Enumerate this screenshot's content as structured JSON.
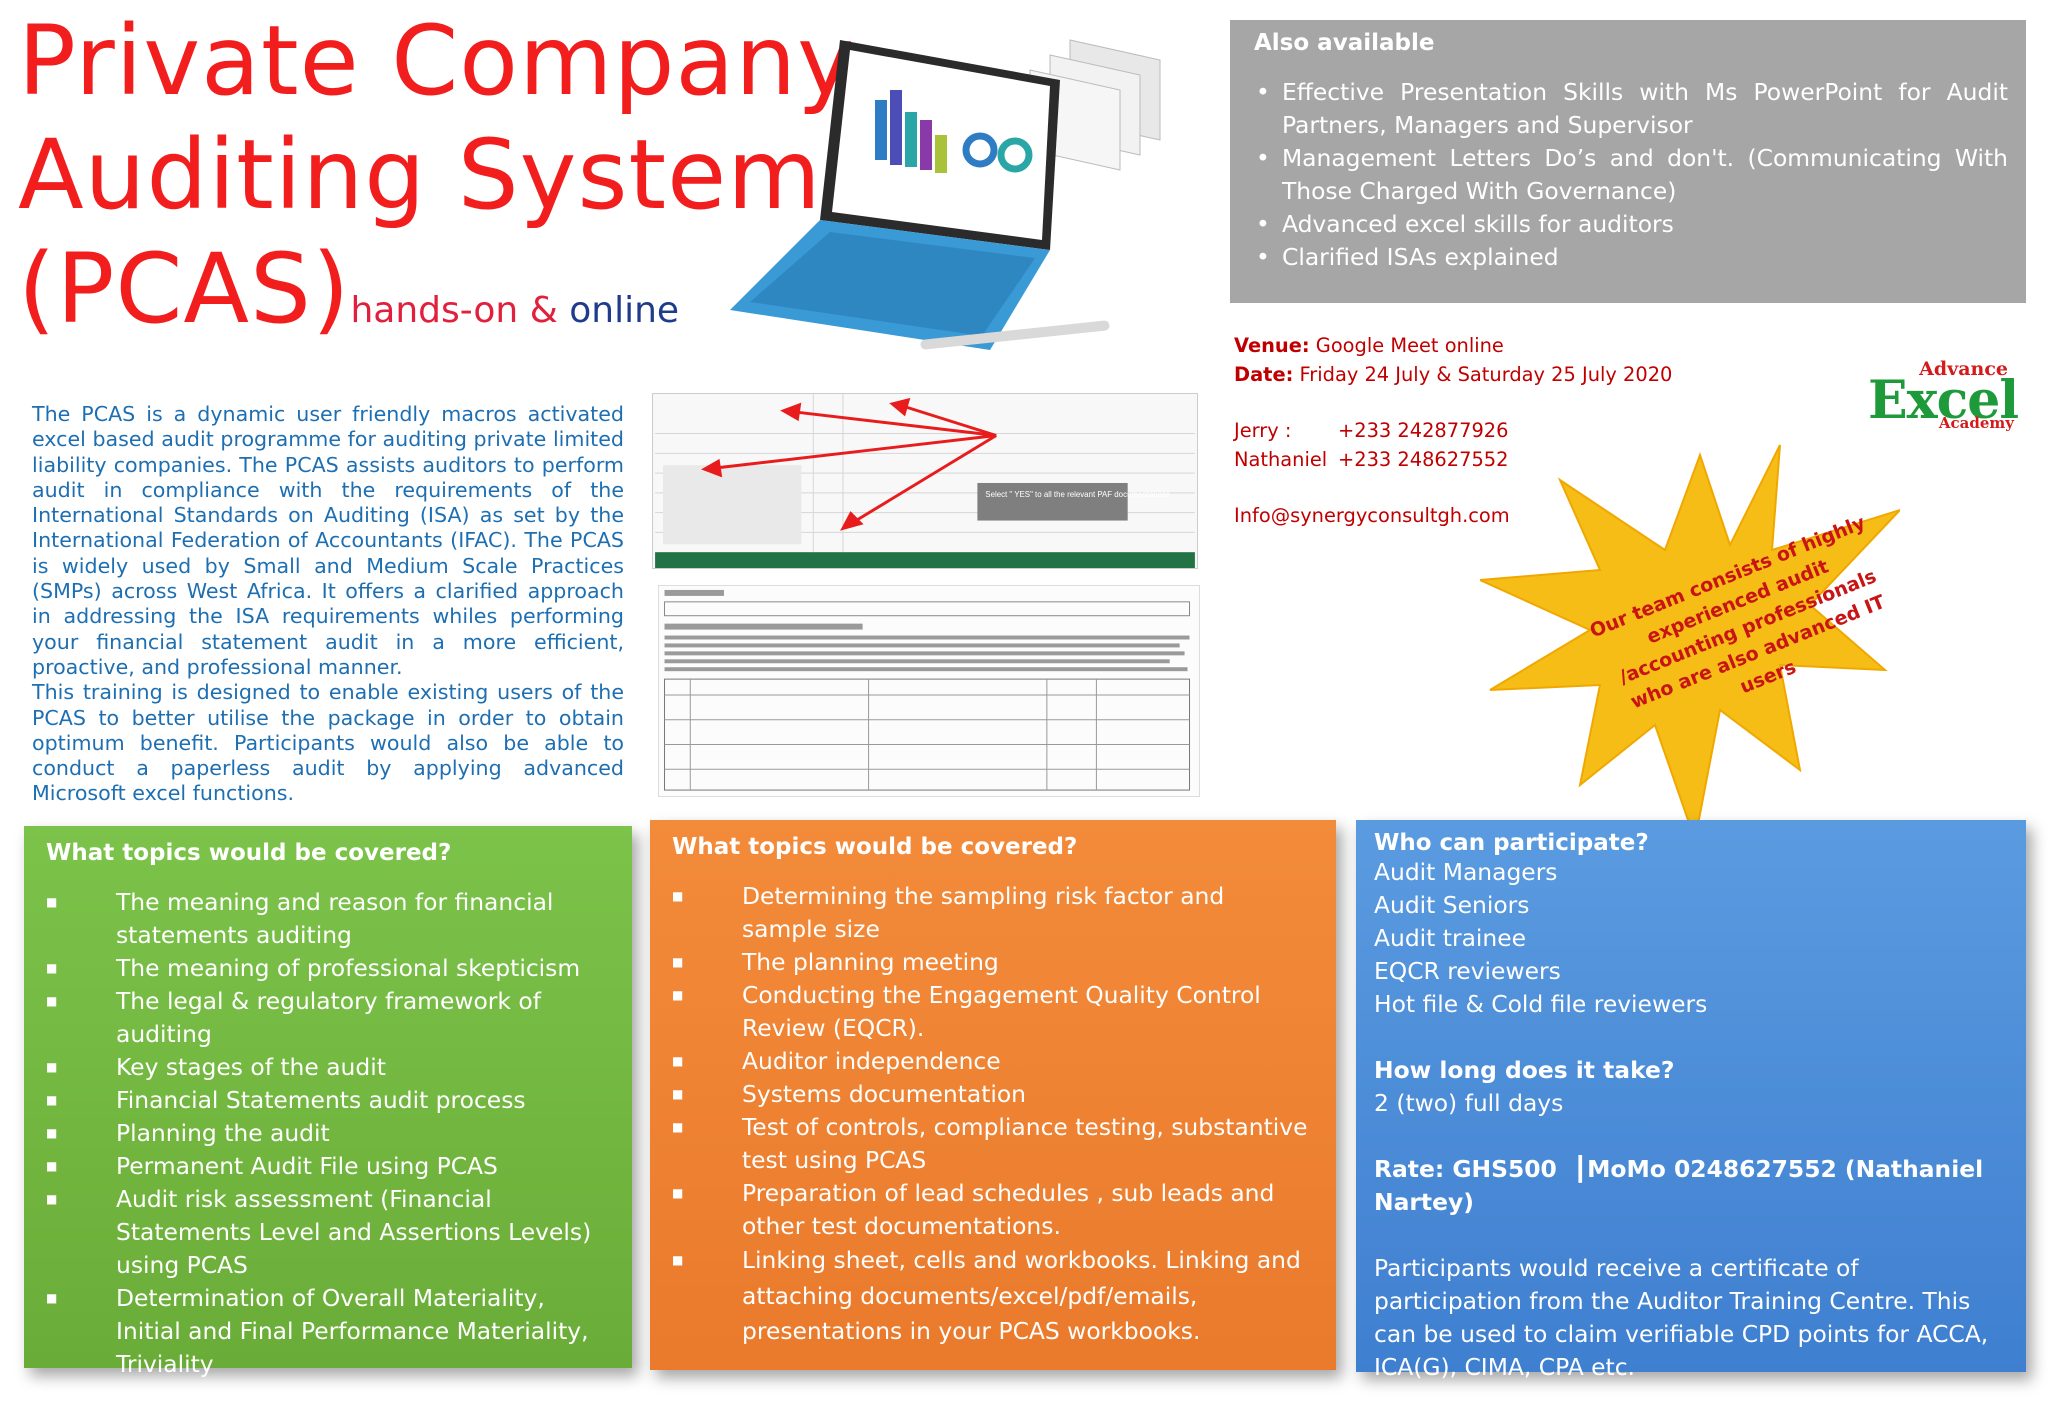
{
  "title": {
    "line1": "Private Company",
    "line2": "Auditing System",
    "line3": "(PCAS)",
    "suffix_hands": "hands-on",
    "suffix_amp": "&",
    "suffix_online": "online"
  },
  "intro": {
    "paragraph1": "The PCAS is a dynamic user friendly macros activated excel based audit programme for auditing private limited liability companies. The PCAS assists auditors to perform audit in compliance with the requirements of the International Standards on Auditing (ISA) as set by the International Federation of Accountants (IFAC). The PCAS is widely used by Small and Medium Scale Practices (SMPs) across West Africa. It offers a clarified approach in addressing the ISA requirements whiles performing your financial statement audit in a more efficient, proactive, and professional manner.",
    "paragraph2": "This training is designed to enable existing users of the PCAS to better utilise the package in order to obtain optimum benefit. Participants would also be able to conduct a paperless audit by applying advanced Microsoft excel functions."
  },
  "screenshot1": {
    "callout": "Select \" YES\" to all the relevant PAF documentations"
  },
  "also_available": {
    "heading": "Also available",
    "items": [
      "Effective Presentation Skills with Ms PowerPoint for Audit Partners, Managers and Supervisor",
      "Management Letters Do’s and don't. (Communicating With Those Charged With Governance)",
      "Advanced excel skills for auditors",
      "Clarified ISAs explained"
    ]
  },
  "details": {
    "venue_label": "Venue:",
    "venue": "Google Meet online",
    "date_label": "Date:",
    "date": "Friday 24 July & Saturday 25 July 2020",
    "contacts": [
      {
        "name": "Jerry :",
        "phone": "+233 242877926"
      },
      {
        "name": "Nathaniel",
        "phone": "+233 248627552"
      }
    ],
    "email": "Info@synergyconsultgh.com"
  },
  "logo": {
    "top": "Advance",
    "main": "Excel",
    "bottom": "Academy"
  },
  "burst": {
    "text": "Our team consists of highly experienced audit /accounting professionals who are also advanced IT users"
  },
  "panel_green": {
    "heading": "What topics would be covered?",
    "items": [
      "The meaning and reason for financial statements auditing",
      "The meaning of professional skepticism",
      "The legal & regulatory framework of auditing",
      "Key stages of the audit",
      "Financial Statements audit process",
      "Planning the audit",
      "Permanent Audit File using PCAS",
      "Audit risk assessment (Financial Statements Level and Assertions Levels) using PCAS",
      "Determination of Overall Materiality, Initial and Final Performance Materiality, Triviality"
    ]
  },
  "panel_orange": {
    "heading": "What topics would be covered?",
    "items": [
      "Determining the sampling risk factor and sample size",
      "The planning meeting",
      "Conducting the Engagement Quality Control Review (EQCR).",
      "Auditor independence",
      "Systems documentation",
      "Test of controls, compliance testing, substantive test using PCAS",
      "Preparation of lead schedules , sub leads and other test documentations.",
      "Linking sheet, cells and workbooks. Linking and attaching documents/excel/pdf/emails, presentations in your PCAS workbooks."
    ]
  },
  "panel_blue": {
    "heading": "Who can participate?",
    "participants": [
      "Audit Managers",
      "Audit Seniors",
      "Audit trainee",
      "EQCR reviewers",
      "Hot file & Cold file reviewers"
    ],
    "duration_heading": "How long does it take?",
    "duration": "2 (two) full days",
    "rate": "Rate: GHS500  ┃MoMo 0248627552 (Nathaniel Nartey)",
    "certificate": "Participants would receive a certificate of participation from the Auditor Training Centre. This can be used to claim verifiable CPD points for ACCA, ICA(G), CIMA, CPA etc."
  },
  "colors": {
    "title_red": "#f21e1e",
    "intro_blue": "#1e6fb2",
    "details_red": "#c00000",
    "grey_box": "#a6a6a6",
    "green_panel": "#6fb23e",
    "orange_panel": "#ee7f30",
    "blue_panel": "#4a8ad6",
    "burst_yellow": "#f6bd16"
  }
}
